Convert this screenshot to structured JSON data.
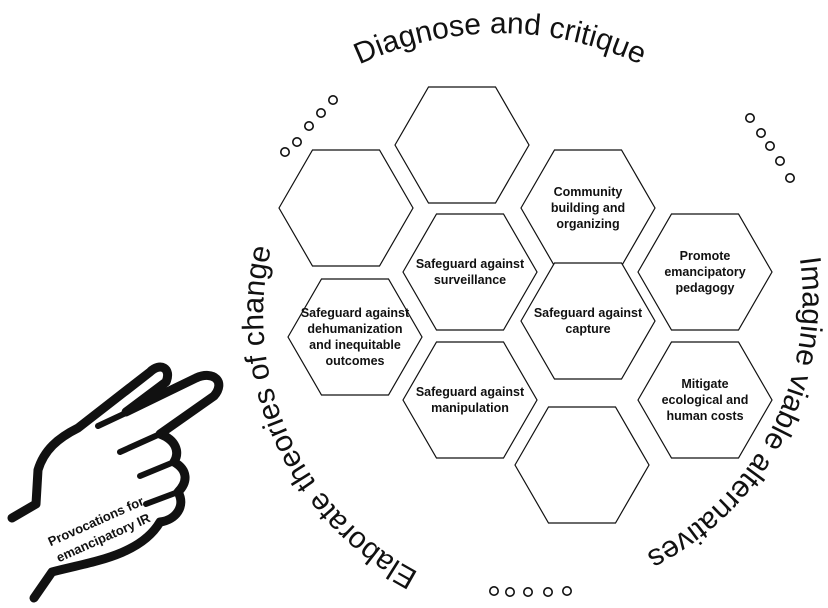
{
  "arc_labels": {
    "top": "Diagnose and critique",
    "right": "Imagine viable alternatives",
    "left": "Elaborate theories of change"
  },
  "hexagons": [
    {
      "id": "hex-top",
      "label": ""
    },
    {
      "id": "hex-upper-left",
      "label": ""
    },
    {
      "id": "hex-community",
      "label": "Community building and organizing"
    },
    {
      "id": "hex-surveillance",
      "label": "Safeguard against surveillance"
    },
    {
      "id": "hex-pedagogy",
      "label": "Promote emancipatory pedagogy"
    },
    {
      "id": "hex-dehumanization",
      "label": "Safeguard against dehumanization and inequitable outcomes"
    },
    {
      "id": "hex-capture",
      "label": "Safeguard against capture"
    },
    {
      "id": "hex-manipulation",
      "label": "Safeguard against manipulation"
    },
    {
      "id": "hex-costs",
      "label": "Mitigate ecological and human costs"
    },
    {
      "id": "hex-bottom",
      "label": ""
    }
  ],
  "hand": {
    "label_line1": "Provocations for",
    "label_line2": "emancipatory IR"
  },
  "colors": {
    "stroke": "#111111",
    "background": "#ffffff"
  }
}
